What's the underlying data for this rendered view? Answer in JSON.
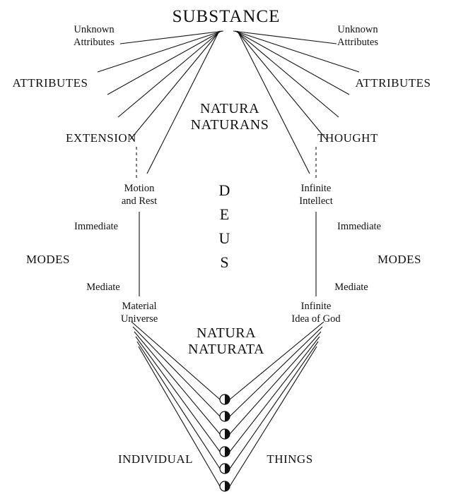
{
  "diagram": {
    "title": "SUBSTANCE",
    "natura_naturans": [
      "NATURA",
      "NATURANS"
    ],
    "natura_naturata": [
      "NATURA",
      "NATURATA"
    ],
    "deus_letters": [
      "D",
      "E",
      "U",
      "S"
    ],
    "left": {
      "unknown_attributes": [
        "Unknown",
        "Attributes"
      ],
      "attributes_label": "ATTRIBUTES",
      "attribute": "EXTENSION",
      "immediate_mode": [
        "Motion",
        "and Rest"
      ],
      "immediate_label": "Immediate",
      "modes_label": "MODES",
      "mediate_label": "Mediate",
      "mediate_mode": [
        "Material",
        "Universe"
      ]
    },
    "right": {
      "unknown_attributes": [
        "Unknown",
        "Attributes"
      ],
      "attributes_label": "ATTRIBUTES",
      "attribute": "THOUGHT",
      "immediate_mode": [
        "Infinite",
        "Intellect"
      ],
      "immediate_label": "Immediate",
      "modes_label": "MODES",
      "mediate_label": "Mediate",
      "mediate_mode": [
        "Infinite",
        "Idea of God"
      ]
    },
    "bottom": {
      "individual": "INDIVIDUAL",
      "things": "THINGS"
    }
  }
}
